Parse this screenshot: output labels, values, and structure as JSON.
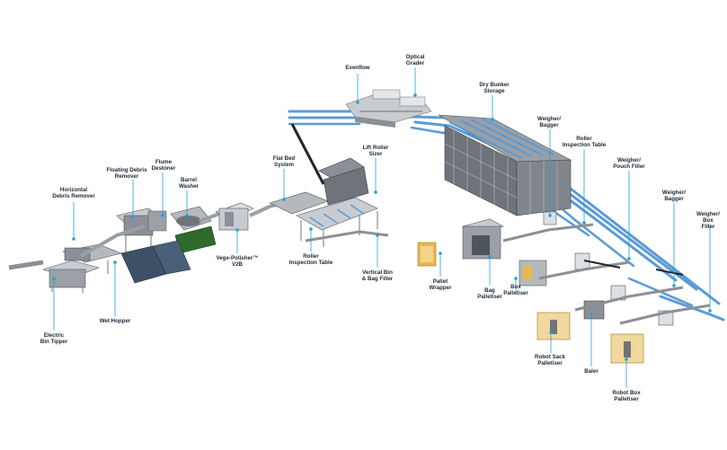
{
  "colors": {
    "callout": "#1fa3d6",
    "conveyor_blue": "#5b9bd5",
    "steel": "#8c9096",
    "steel_dark": "#4f555c",
    "steel_light": "#c8ccd1",
    "hopper_green": "#2f6a2c",
    "tarp_blue": "#3d5166",
    "pallet_yellow": "#e8b84a",
    "belt_black": "#23262a"
  },
  "labels": {
    "horizontal_debris_remover": "Horizontal\nDebris Remover",
    "floating_debris_remover": "Floating Debris\nRemover",
    "flume_destoner": "Flume\nDestoner",
    "barrel_washer": "Barrel\nWasher",
    "flat_bed_system": "Flat Bed\nSystem",
    "evenflow": "Evenflow",
    "optical_grader": "Optical\nGrader",
    "dry_bunker_storage": "Dry Bunker\nStorage",
    "weigher_bagger_1": "Weigher/\nBagger",
    "roller_inspection_table_2": "Roller\nInspection Table",
    "weigher_pouch_filler": "Weigher/\nPouch Filler",
    "weigher_bagger_2": "Weigher/\nBagger",
    "weigher_box_filler": "Weigher/\nBox Filler",
    "lift_roller_sizer": "Lift Roller\nSizer",
    "roller_inspection_table_1": "Roller\nInspection Table",
    "vertical_bin_bag_filler": "Vertical Bin\n& Bag Filler",
    "vege_polisher": "Vege-Polisher™\nV2B",
    "wet_hopper": "Wet Hopper",
    "electric_bin_tipper": "Electric\nBin Tipper",
    "pallet_wrapper": "Pallet\nWrapper",
    "bag_palletiser": "Bag\nPalletiser",
    "box_palletiser": "Box\nPalletiser",
    "robot_sack_palletiser": "Robot Sack\nPalletiser",
    "baler": "Baler",
    "robot_box_palletiser": "Robot Box\nPalletiser"
  }
}
